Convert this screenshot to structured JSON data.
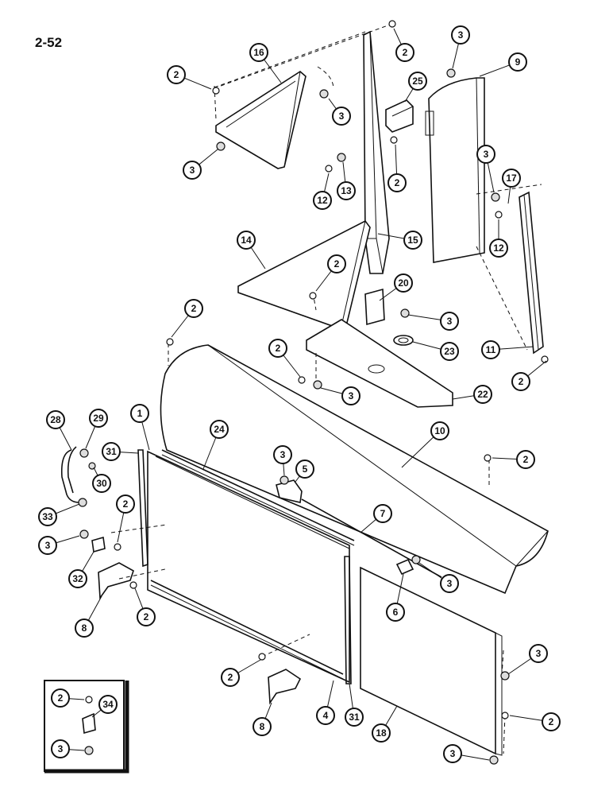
{
  "page_number": "2-52",
  "callouts": [
    {
      "id": "c-2a",
      "label": "2"
    },
    {
      "id": "c-3a",
      "label": "3"
    },
    {
      "id": "c-9",
      "label": "9"
    },
    {
      "id": "c-16",
      "label": "16"
    },
    {
      "id": "c-2b",
      "label": "2"
    },
    {
      "id": "c-3b",
      "label": "3"
    },
    {
      "id": "c-25",
      "label": "25"
    },
    {
      "id": "c-3c",
      "label": "3"
    },
    {
      "id": "c-2c",
      "label": "2"
    },
    {
      "id": "c-3d",
      "label": "3"
    },
    {
      "id": "c-17",
      "label": "17"
    },
    {
      "id": "c-12a",
      "label": "12"
    },
    {
      "id": "c-13",
      "label": "13"
    },
    {
      "id": "c-12b",
      "label": "12"
    },
    {
      "id": "c-14",
      "label": "14"
    },
    {
      "id": "c-2d",
      "label": "2"
    },
    {
      "id": "c-15",
      "label": "15"
    },
    {
      "id": "c-20",
      "label": "20"
    },
    {
      "id": "c-2e",
      "label": "2"
    },
    {
      "id": "c-3e",
      "label": "3"
    },
    {
      "id": "c-23",
      "label": "23"
    },
    {
      "id": "c-11",
      "label": "11"
    },
    {
      "id": "c-2f",
      "label": "2"
    },
    {
      "id": "c-3f",
      "label": "3"
    },
    {
      "id": "c-2g",
      "label": "2"
    },
    {
      "id": "c-22",
      "label": "22"
    },
    {
      "id": "c-28",
      "label": "28"
    },
    {
      "id": "c-29",
      "label": "29"
    },
    {
      "id": "c-1",
      "label": "1"
    },
    {
      "id": "c-24",
      "label": "24"
    },
    {
      "id": "c-10",
      "label": "10"
    },
    {
      "id": "c-31a",
      "label": "31"
    },
    {
      "id": "c-30",
      "label": "30"
    },
    {
      "id": "c-3g",
      "label": "3"
    },
    {
      "id": "c-5",
      "label": "5"
    },
    {
      "id": "c-2h",
      "label": "2"
    },
    {
      "id": "c-33",
      "label": "33"
    },
    {
      "id": "c-2i",
      "label": "2"
    },
    {
      "id": "c-7",
      "label": "7"
    },
    {
      "id": "c-3h",
      "label": "3"
    },
    {
      "id": "c-32",
      "label": "32"
    },
    {
      "id": "c-3i",
      "label": "3"
    },
    {
      "id": "c-6",
      "label": "6"
    },
    {
      "id": "c-2j",
      "label": "2"
    },
    {
      "id": "c-8a",
      "label": "8"
    },
    {
      "id": "c-3j",
      "label": "3"
    },
    {
      "id": "c-2k",
      "label": "2"
    },
    {
      "id": "c-8b",
      "label": "8"
    },
    {
      "id": "c-4",
      "label": "4"
    },
    {
      "id": "c-31b",
      "label": "31"
    },
    {
      "id": "c-18",
      "label": "18"
    },
    {
      "id": "c-2l",
      "label": "2"
    },
    {
      "id": "c-3k",
      "label": "3"
    },
    {
      "id": "c-2m",
      "label": "2"
    },
    {
      "id": "c-34",
      "label": "34"
    },
    {
      "id": "c-3l",
      "label": "3"
    }
  ]
}
